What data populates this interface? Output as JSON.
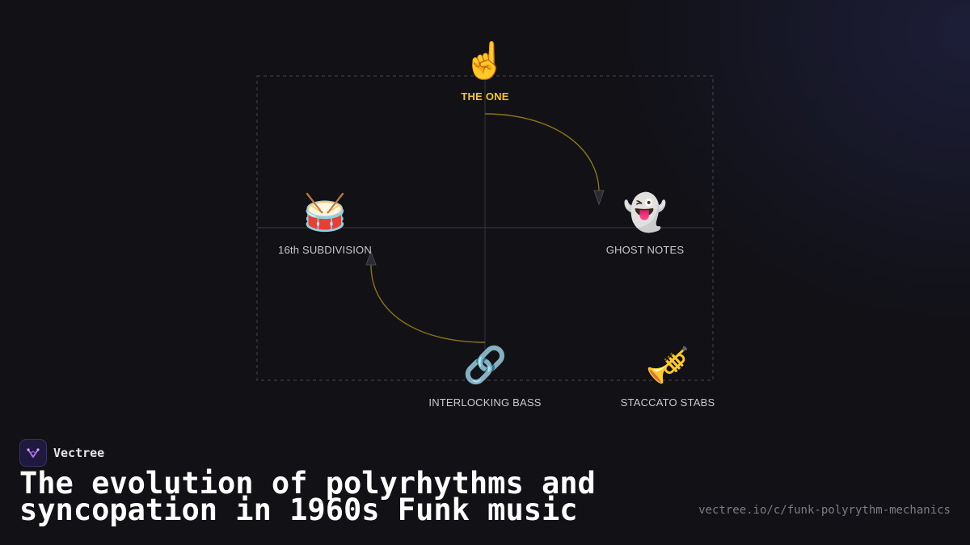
{
  "diagram": {
    "nodes": {
      "top": {
        "emoji": "☝️",
        "label": "THE ONE"
      },
      "left": {
        "emoji": "🥁",
        "label": "16th SUBDIVISION"
      },
      "right": {
        "emoji": "👻",
        "label": "GHOST NOTES"
      },
      "bottom": {
        "emoji": "🔗",
        "label": "INTERLOCKING BASS"
      },
      "corner": {
        "emoji": "🎺",
        "label": "STACCATO STABS"
      }
    },
    "colors": {
      "focus": "#f2c81e",
      "arrow_stroke": "#8a7418",
      "frame": "#3c3c44",
      "axis": "#3a3a42"
    }
  },
  "footer": {
    "brand_name": "Vectree",
    "title": "The evolution of polyrhythms and syncopation in 1960s Funk music",
    "url": "vectree.io/c/funk-polyrythm-mechanics"
  }
}
